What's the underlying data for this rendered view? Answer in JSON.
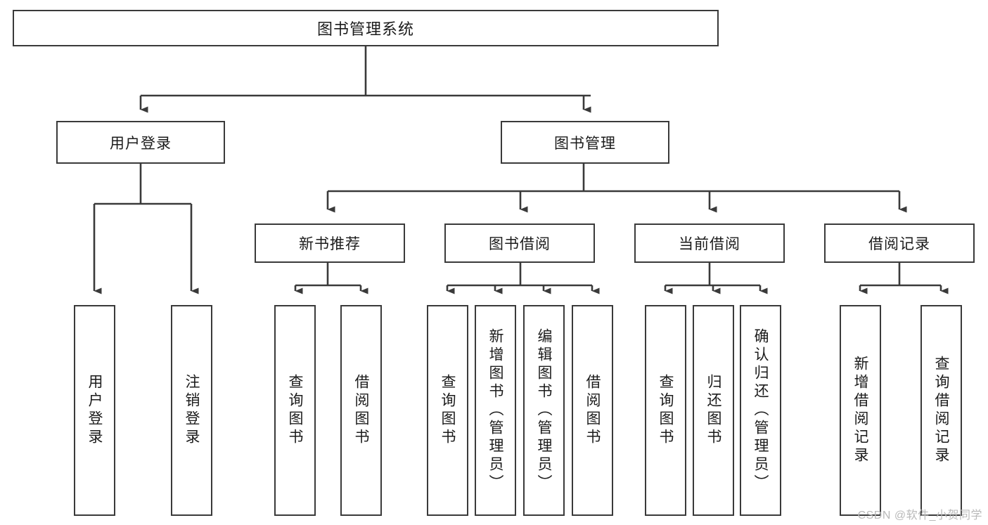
{
  "diagram": {
    "title": "图书管理系统",
    "type": "tree-hierarchy",
    "root": {
      "label": "图书管理系统"
    },
    "level2": [
      {
        "label": "用户登录"
      },
      {
        "label": "图书管理"
      }
    ],
    "level3": [
      {
        "label": "新书推荐"
      },
      {
        "label": "图书借阅"
      },
      {
        "label": "当前借阅"
      },
      {
        "label": "借阅记录"
      }
    ],
    "leaves": {
      "user_login": [
        {
          "label": "用户登录"
        },
        {
          "label": "注销登录"
        }
      ],
      "new_book_recommend": [
        {
          "label": "查询图书"
        },
        {
          "label": "借阅图书"
        }
      ],
      "book_borrow": [
        {
          "label": "查询图书"
        },
        {
          "label": "新增图书（管理员）"
        },
        {
          "label": "编辑图书（管理员）"
        },
        {
          "label": "借阅图书"
        }
      ],
      "current_borrow": [
        {
          "label": "查询图书"
        },
        {
          "label": "归还图书"
        },
        {
          "label": "确认归还（管理员）"
        }
      ],
      "borrow_record": [
        {
          "label": "新增借阅记录"
        },
        {
          "label": "查询借阅记录"
        }
      ]
    }
  },
  "watermark": {
    "text": "CSDN @软件_小贺同学"
  },
  "colors": {
    "stroke": "#3a3a3a",
    "fill": "#ffffff",
    "text": "#1b1b1b",
    "watermark": "#b9b9b9"
  }
}
